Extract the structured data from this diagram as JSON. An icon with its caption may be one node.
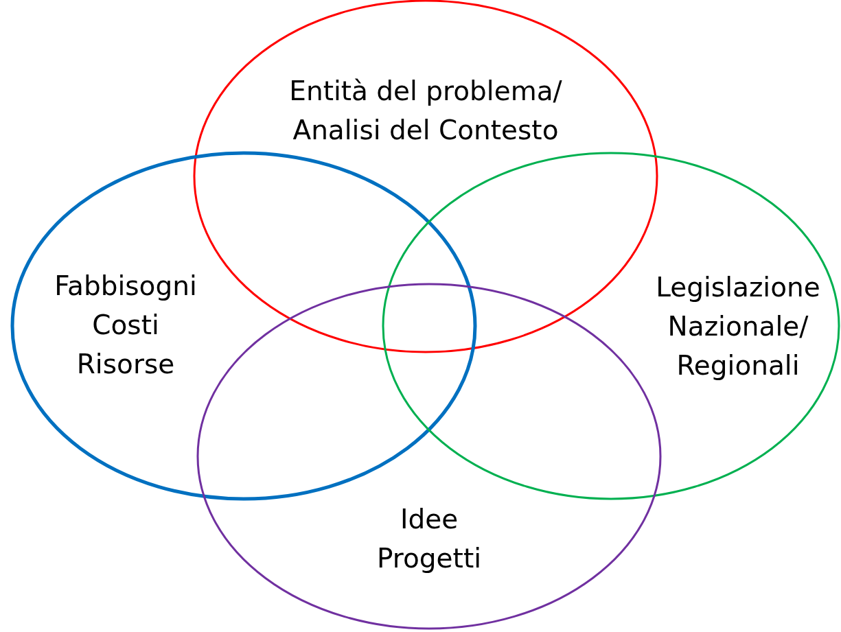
{
  "diagram": {
    "nodes": [
      {
        "text": [
          "Entità del problema/ Analisi del Contesto"
        ]
      },
      {
        "text": [
          "Fabbisogni",
          "Costi",
          "Risorse"
        ]
      },
      {
        "text": [
          "Legislazione Nazionale/ Regionali"
        ]
      },
      {
        "text": [
          "Idee",
          "Progetti"
        ]
      }
    ]
  }
}
